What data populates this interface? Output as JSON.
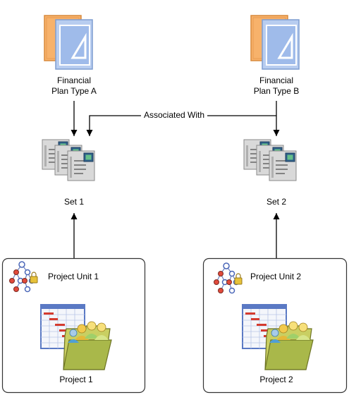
{
  "plan_type_a": {
    "line1": "Financial",
    "line2": "Plan Type A"
  },
  "plan_type_b": {
    "line1": "Financial",
    "line2": "Plan Type B"
  },
  "association_label": "Associated With",
  "set_1": "Set 1",
  "set_2": "Set 2",
  "project_unit_1": "Project Unit 1",
  "project_unit_2": "Project Unit 2",
  "project_1": "Project 1",
  "project_2": "Project 2",
  "icons": {
    "plan_type": "financial-plan-document-icon",
    "set": "document-set-icon",
    "project_unit": "organization-hierarchy-icon",
    "project": "project-gantt-folder-icon"
  },
  "colors": {
    "plan_blue": "#b8cdf0",
    "plan_orange": "#f7b26b",
    "folder_green": "#a9b84a",
    "box_border": "#333333"
  }
}
